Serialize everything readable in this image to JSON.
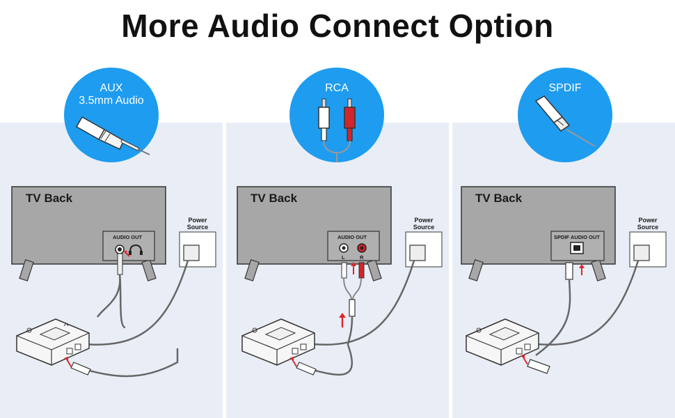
{
  "title": "More Audio Connect Option",
  "panels": [
    {
      "circle_label_1": "AUX",
      "circle_label_2": "3.5mm Audio",
      "tv_label": "TV Back",
      "port_label": "AUDIO OUT",
      "power_label_1": "Power",
      "power_label_2": "Source"
    },
    {
      "circle_label_1": "RCA",
      "circle_label_2": "",
      "tv_label": "TV Back",
      "port_label": "AUDIO OUT",
      "port_l": "L",
      "port_r": "R",
      "power_label_1": "Power",
      "power_label_2": "Source"
    },
    {
      "circle_label_1": "SPDIF",
      "circle_label_2": "",
      "tv_label": "TV Back",
      "port_label": "SPDIF AUDIO OUT",
      "power_label_1": "Power",
      "power_label_2": "Source"
    }
  ],
  "colors": {
    "accent": "#1e9cf0",
    "tv": "#a7a7a7",
    "panel_bg": "#e9eef6",
    "arrow": "#e0252b",
    "rca_red": "#d0262c"
  }
}
